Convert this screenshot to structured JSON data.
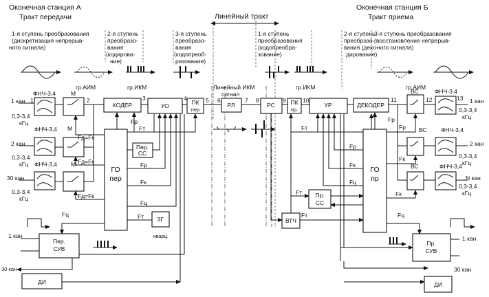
{
  "header": {
    "station_a": "Оконечная станция А",
    "tx_path": "Тракт передачи",
    "line_path": "Линейный тракт",
    "station_b": "Оконечная станция Б",
    "rx_path": "Тракт приема"
  },
  "stages_tx": [
    [
      "1-я ступень преобразования",
      "(дискретизация непрерыв-",
      "ного сигнала)"
    ],
    [
      "2-я ступень",
      "преобразо-",
      "вания",
      "(кодирова-",
      "ние)"
    ],
    [
      "3-я ступень",
      "преобразо-",
      "вания",
      "(кодопреоб-",
      "разование)"
    ]
  ],
  "stages_rx": [
    [
      "1-я ступень",
      "преобразования",
      "(кодопреобра-",
      "зование)"
    ],
    [
      "2-я ступень",
      "преобразо-",
      "вания (деко-",
      "дирование)"
    ],
    [
      "3-я ступень преобразования",
      "(восстановление непрерыв-",
      "ного сигнала)"
    ]
  ],
  "signals": {
    "aim_a": "гр.АИМ",
    "ikm_a": "гр.ИКМ",
    "line_1": "Линейный ИКМ",
    "line_2": "сигнал",
    "ikm_b": "гр.ИКМ",
    "aim_b": "гр.АИМ"
  },
  "blocks": {
    "lpf": "ФНЧ-3,4",
    "m": "М",
    "coder": "КОДЕР",
    "uo": "УО",
    "pk_per_1": "ПК",
    "pk_per_2": "пер",
    "rl": "РЛ",
    "rs": "РС",
    "pk_pr_1": "ПК",
    "pk_pr_2": "пр.",
    "ur": "УР",
    "decoder": "ДЕКОДЕР",
    "vs": "ВС",
    "go_per_1": "ГО",
    "go_per_2": "пер",
    "go_pr_1": "ГО",
    "go_pr_2": "пр",
    "per_ss_1": "Пер.",
    "per_ss_2": "СС",
    "pr_ss_1": "Пр.",
    "pr_ss_2": "СС",
    "vtch": "ВТЧ",
    "zg": "ЗГ",
    "zg_note": "кварц.",
    "per_suv_1": "Пер.",
    "per_suv_2": "СУВ",
    "pr_suv_1": "Пр.",
    "pr_suv_2": "СУВ",
    "di": "ДИ"
  },
  "channels": {
    "ch1": "1 кан",
    "ch2": "2 кан",
    "ch30": "30 кан",
    "chN": "N кан",
    "band_1": "0,3-3,4",
    "band_2": "кГц"
  },
  "signals_labels": {
    "fd_fk": "Fд=Fк",
    "fr": "Fр",
    "ft": "Fт",
    "fk": "Fк",
    "fc": "Fц"
  },
  "points": [
    "1",
    "2",
    "3",
    "4",
    "5",
    "6",
    "7",
    "8",
    "9",
    "10",
    "11",
    "12",
    "13"
  ]
}
